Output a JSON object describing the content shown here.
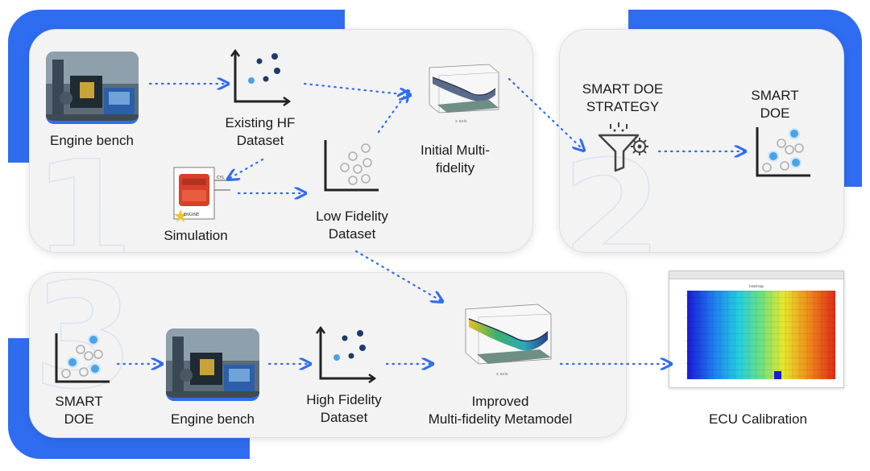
{
  "accent_color": "#2f6df0",
  "dot_dark": "#1d3a6b",
  "dot_light": "#4aa3e8",
  "panel1": {
    "number": "1",
    "engine_bench": "Engine bench",
    "existing_hf": [
      "Existing HF",
      "Dataset"
    ],
    "initial_mf": [
      "Initial Multi-",
      "fidelity"
    ],
    "simulation": "Simulation",
    "sim_engine_text": "ENGINE",
    "low_fidelity": [
      "Low Fidelity",
      "Dataset"
    ]
  },
  "panel2": {
    "number": "2",
    "strategy": [
      "SMART DOE",
      "STRATEGY"
    ],
    "smart_doe": [
      "SMART",
      "DOE"
    ]
  },
  "panel3": {
    "number": "3",
    "smart_doe": [
      "SMART",
      "DOE"
    ],
    "engine_bench": "Engine bench",
    "high_fidelity": [
      "High Fidelity",
      "Dataset"
    ],
    "improved": [
      "Improved",
      "Multi-fidelity Metamodel"
    ]
  },
  "ecu": {
    "label": "ECU Calibration"
  },
  "icons": [
    "engine-bench-photo",
    "scatter-plot-icon",
    "surface-plot-icon",
    "simulation-engine-icon",
    "funnel-gear-icon",
    "heatmap-screenshot"
  ]
}
